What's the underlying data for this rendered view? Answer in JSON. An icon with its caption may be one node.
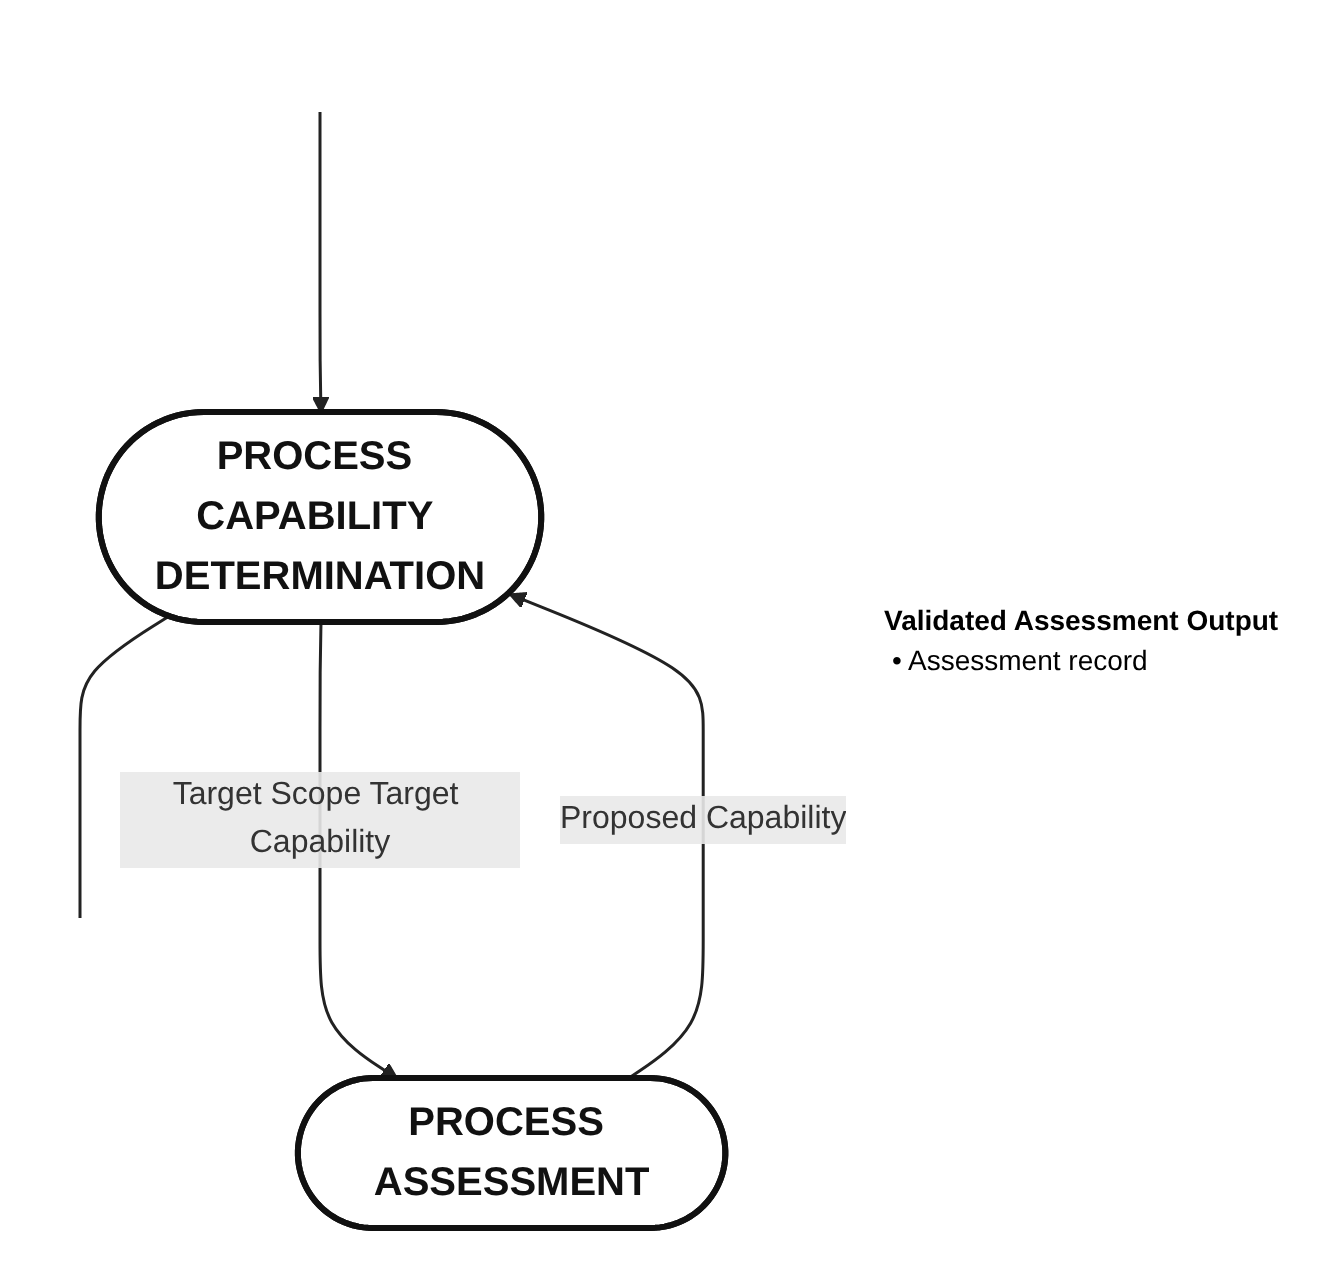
{
  "diagram": {
    "nodes": [
      {
        "text": [
          "PROCESS CAPABILITY DETERMINATION"
        ]
      },
      {
        "text": [
          "PROCESS ASSESSMENT"
        ]
      }
    ],
    "edges": [
      {
        "from": null,
        "to": 0,
        "arrow": "to"
      },
      {
        "from": 0,
        "to": null,
        "arrow": "none"
      },
      {
        "from": 0,
        "to": 1,
        "arrow": "to",
        "label": "Target Scope Target Capability"
      },
      {
        "from": 1,
        "to": 0,
        "arrow": "to",
        "label": "Proposed Capability"
      }
    ],
    "labels": [
      "Validated Assessment Output",
      "• Assessment record"
    ]
  }
}
